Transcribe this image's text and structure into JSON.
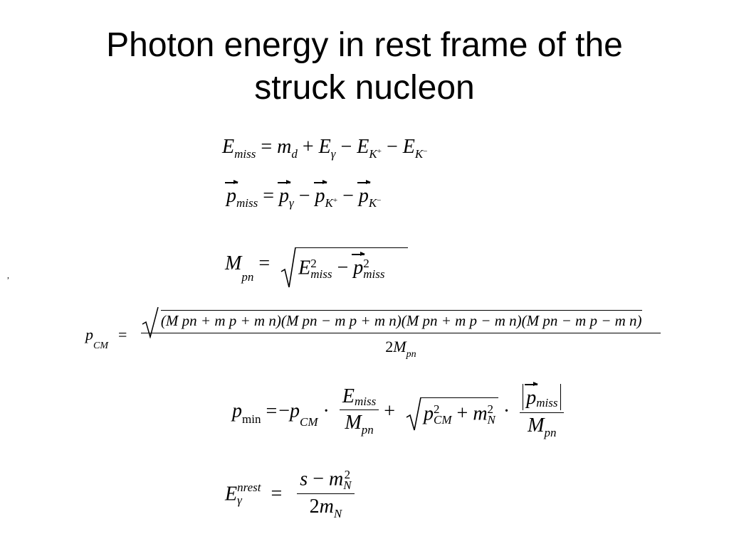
{
  "slide": {
    "title_line1": "Photon energy in rest frame of the",
    "title_line2": "struck nucleon",
    "stray_mark": ","
  },
  "equations": {
    "emiss": {
      "lhs": "E",
      "lhs_sub": "miss",
      "eq": "=",
      "t1": "m",
      "t1_sub": "d",
      "plus": "+",
      "t2": "E",
      "t2_sub": "γ",
      "minus1": "−",
      "t3": "E",
      "t3_sub": "K",
      "t3_sup": "+",
      "minus2": "−",
      "t4": "E",
      "t4_sub": "K",
      "t4_sup": "−"
    },
    "pmiss": {
      "lhs": "p",
      "lhs_sub": "miss",
      "eq": "=",
      "t1": "p",
      "t1_sub": "γ",
      "minus1": "−",
      "t2": "p",
      "t2_sub": "K",
      "t2_sup": "+",
      "minus2": "−",
      "t3": "p",
      "t3_sub": "K",
      "t3_sup": "−"
    },
    "mpn": {
      "lhs": "M",
      "lhs_sub": "pn",
      "eq": "=",
      "e": "E",
      "e_sup": "2",
      "e_sub": "miss",
      "minus": "−",
      "p": "p",
      "p_sup": "2",
      "p_sub": "miss"
    },
    "pcm": {
      "lhs": "p",
      "lhs_sub": "CM",
      "eq": "=",
      "numerator": "(M pn + m p + m n)(M pn − m p + m n)(M pn + m p − m n)(M pn − m p − m n)",
      "den_coef": "2",
      "den": "M",
      "den_sub": "pn"
    },
    "pmin": {
      "lhs": "p",
      "lhs_sub": "min",
      "eq": "=",
      "minus": "−",
      "t1": "p",
      "t1_sub": "CM",
      "dot1": "·",
      "f1_num": "E",
      "f1_num_sub": "miss",
      "f1_den": "M",
      "f1_den_sub": "pn",
      "plus": "+",
      "r1": "p",
      "r1_sup": "2",
      "r1_sub": "CM",
      "rplus": "+",
      "r2": "m",
      "r2_sup": "2",
      "r2_sub": "N",
      "dot2": "·",
      "f2_num": "p",
      "f2_num_sub": "miss",
      "f2_den": "M",
      "f2_den_sub": "pn"
    },
    "egamma": {
      "lhs": "E",
      "lhs_sup": "nrest",
      "lhs_sub": "γ",
      "eq": "=",
      "num_s": "s",
      "num_minus": "−",
      "num_m": "m",
      "num_m_sup": "2",
      "num_m_sub": "N",
      "den_coef": "2",
      "den_m": "m",
      "den_m_sub": "N"
    }
  }
}
